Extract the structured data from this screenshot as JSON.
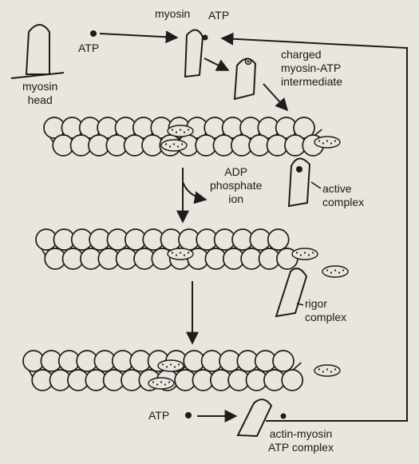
{
  "labels": {
    "myosin_head": "myosin\nhead",
    "atp_top_left": "ATP",
    "myosin": "myosin",
    "atp_top": "ATP",
    "charged_intermediate": "charged\nmyosin-ATP\nintermediate",
    "adp_phosphate": "ADP\nphosphate\nion",
    "active_complex": "active\ncomplex",
    "rigor_complex": "rigor\ncomplex",
    "atp_bottom": "ATP",
    "actin_myosin_atp": "actin-myosin\nATP complex"
  },
  "colors": {
    "paper": "#e9e6de",
    "ink": "#1d1d1d"
  }
}
